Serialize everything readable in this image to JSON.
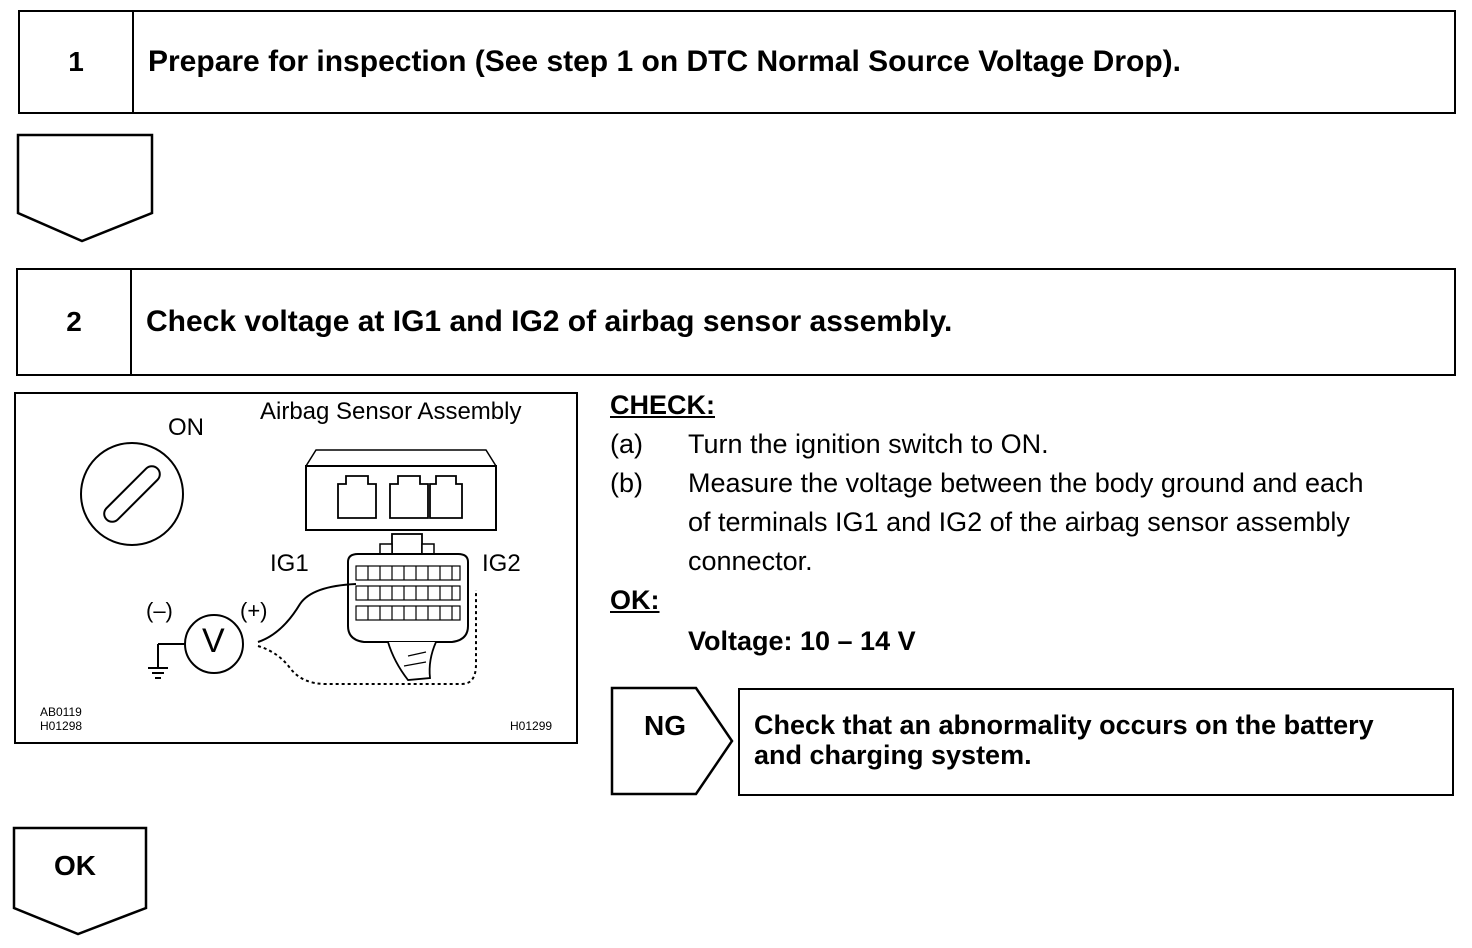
{
  "step1": {
    "number": "1",
    "title": "Prepare for inspection (See step 1 on DTC Normal Source Voltage Drop)."
  },
  "step2": {
    "number": "2",
    "title": "Check voltage at IG1 and IG2 of airbag sensor assembly."
  },
  "figure": {
    "assembly_label": "Airbag Sensor Assembly",
    "switch_label": "ON",
    "ig1": "IG1",
    "ig2": "IG2",
    "neg": "(–)",
    "pos": "(+)",
    "meter": "V",
    "code1": "AB0119",
    "code2": "H01298",
    "code3": "H01299"
  },
  "check": {
    "header": "CHECK:",
    "a_marker": "(a)",
    "a_text": "Turn the ignition switch to ON.",
    "b_marker": "(b)",
    "b_line1": "Measure the voltage between the body ground and each",
    "b_line2": "of terminals IG1 and IG2 of the airbag sensor assembly",
    "b_line3": "connector.",
    "ok_header": "OK:",
    "ok_value": "Voltage: 10 – 14 V"
  },
  "ng": {
    "label": "NG",
    "line1": "Check that an abnormality occurs on the battery",
    "line2": "and charging system."
  },
  "ok_arrow": {
    "label": "OK"
  }
}
